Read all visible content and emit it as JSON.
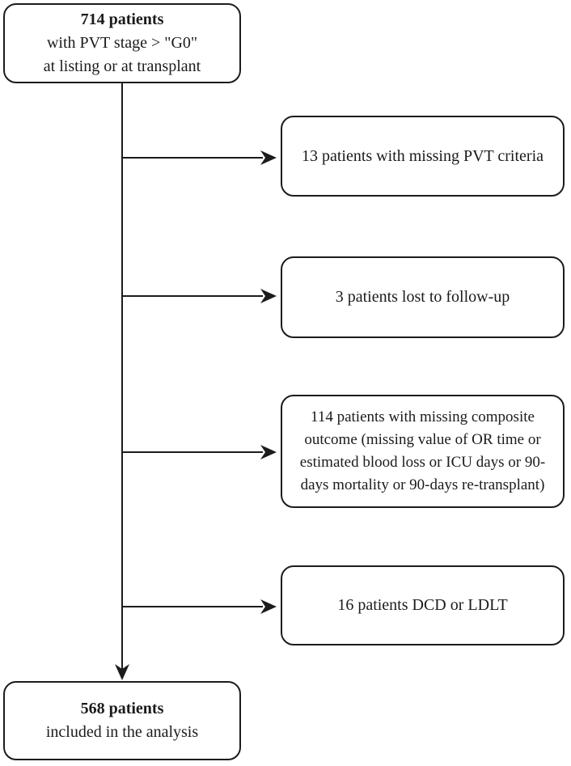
{
  "figure": {
    "type": "patient-flow-diagram",
    "start_box": {
      "count_line": "714 patients",
      "detail_lines": [
        "with PVT stage > \"G0\"",
        "at listing or at transplant"
      ]
    },
    "exclusion_boxes": [
      {
        "label": "13 patients with missing PVT criteria"
      },
      {
        "label": "3 patients lost to follow-up"
      },
      {
        "label": "114 patients with missing composite outcome (missing value of OR time or estimated blood loss or ICU days or 90-days mortality or 90-days re-transplant)"
      },
      {
        "label": "16 patients DCD or LDLT"
      }
    ],
    "end_box": {
      "count_line": "568 patients",
      "detail_line": "included in the analysis"
    },
    "colors": {
      "line": "#1c1c1c",
      "text": "#1b1b1b",
      "background": "#ffffff"
    }
  }
}
